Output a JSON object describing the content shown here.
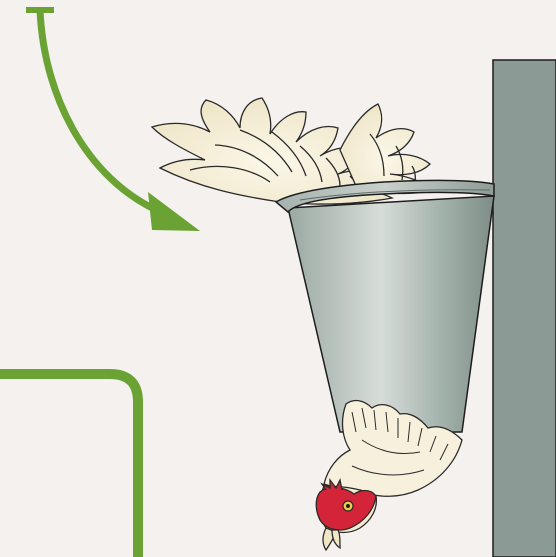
{
  "diagram": {
    "background_color": "#f4f1ee",
    "accent_color": "#6aa334",
    "post_color": "#8c9a95",
    "cone_color": "#a9b7b0",
    "feather_color": "#f6f0dc",
    "comb_color": "#d4243a",
    "outline_color": "#1d1d1d",
    "elements": [
      "curved-arrow-icon",
      "mounting-post",
      "killing-cone",
      "bird-feathers",
      "bird-head",
      "bracket-line"
    ]
  }
}
